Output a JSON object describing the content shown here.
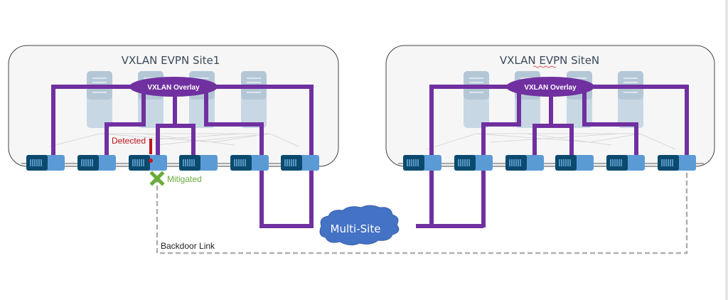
{
  "diagram": {
    "site1": {
      "title": "VXLAN EVPN Site1",
      "overlay_label": "VXLAN Overlay",
      "leaf_count": 6,
      "spine_count": 4
    },
    "siteN": {
      "title": "VXLAN EVPN SiteN",
      "overlay_label": "VXLAN Overlay",
      "leaf_count": 6,
      "spine_count": 4
    },
    "multisite": {
      "label": "Multi-Site"
    },
    "annotations": {
      "detected": "Detected",
      "detected_mark": "!",
      "mitigated": "Mitigated",
      "backdoor_link": "Backdoor Link"
    },
    "colors": {
      "overlay_purple": "#7030a0",
      "cloud_blue": "#4472c4",
      "leaf_dark": "#0b4a6e",
      "leaf_light": "#5b9bd5",
      "spine": "#c6d5e3",
      "detected_red": "#c0171d",
      "mitigated_green": "#6aab3a",
      "backdoor_gray": "#b0b0b0"
    }
  }
}
